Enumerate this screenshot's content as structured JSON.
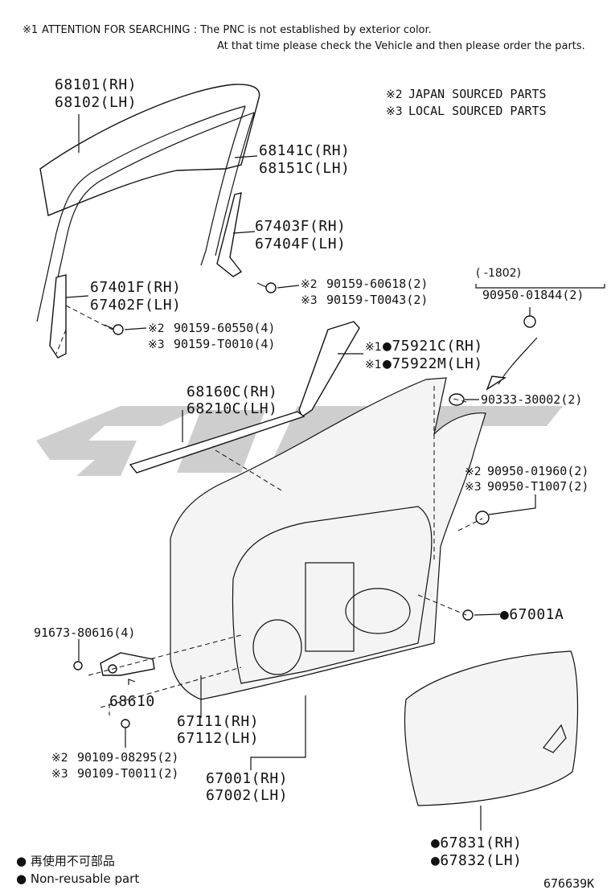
{
  "header": {
    "note1_mark": "※1",
    "note1_line1": "ATTENTION FOR SEARCHING : The PNC is not established by exterior color.",
    "note1_line2": "At that time please check the Vehicle and then please order the parts."
  },
  "source_notes": [
    {
      "mark": "※2",
      "text": "JAPAN SOURCED PARTS"
    },
    {
      "mark": "※3",
      "text": "LOCAL SOURCED PARTS"
    }
  ],
  "callouts": {
    "glass_rh": "68101(RH)",
    "glass_lh": "68102(LH)",
    "run_rh": "68141C(RH)",
    "run_lh": "68151C(LH)",
    "rear_chan_rh": "67403F(RH)",
    "rear_chan_lh": "67404F(LH)",
    "front_chan_rh": "67401F(RH)",
    "front_chan_lh": "67402F(LH)",
    "bolt_a_m2": "※2",
    "bolt_a_j": "90159-60618(2)",
    "bolt_a_m3": "※3",
    "bolt_a_l": "90159-T0043(2)",
    "bolt_b_m2": "※2",
    "bolt_b_j": "90159-60550(4)",
    "bolt_b_m3": "※3",
    "bolt_b_l": "90159-T0010(4)",
    "frame_range": "(    -1802)",
    "plug_top": "90950-01844(2)",
    "molding_m": "※1",
    "molding_rh": "●75921C(RH)",
    "molding_lh": "●75922M(LH)",
    "weather_rh": "68160C(RH)",
    "weather_lh": "68210C(LH)",
    "hole_plug": "90333-30002(2)",
    "clip_m2": "※2",
    "clip_j": "90950-01960(2)",
    "clip_m3": "※3",
    "clip_l": "90950-T1007(2)",
    "seal_bag": "●67001A",
    "check_bolt": "91673-80616(4)",
    "check_arm": "68610",
    "panel_rh": "67111(RH)",
    "panel_lh": "67112(LH)",
    "screw_m2": "※2",
    "screw_j": "90109-08295(2)",
    "screw_m3": "※3",
    "screw_l": "90109-T0011(2)",
    "door_rh": "67001(RH)",
    "door_lh": "67002(LH)",
    "cover_rh": "●67831(RH)",
    "cover_lh": "●67832(LH)"
  },
  "legend": {
    "jp": "● 再使用不可部品",
    "en": "● Non-reusable part"
  },
  "figure_id": "676639K"
}
